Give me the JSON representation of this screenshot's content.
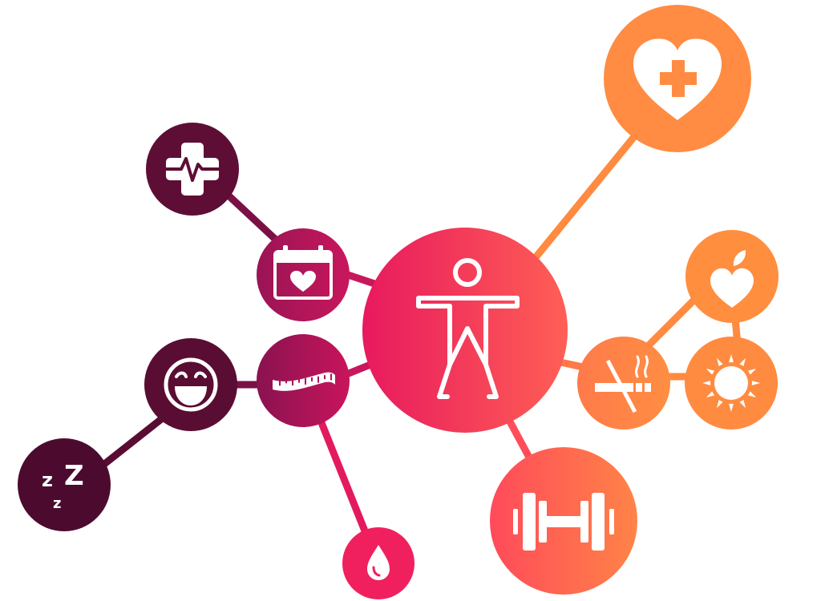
{
  "diagram": {
    "center": {
      "icon": "human-body-icon",
      "color": "#F0205E"
    },
    "nodes": [
      {
        "id": "heart-health",
        "icon": "heart-plus-icon",
        "color": "#FF8C42"
      },
      {
        "id": "nutrition",
        "icon": "apple-heart-icon",
        "color": "#FF8E3E"
      },
      {
        "id": "no-smoking",
        "icon": "no-smoking-icon",
        "color": "#FF7F48"
      },
      {
        "id": "sunlight",
        "icon": "sun-icon",
        "color": "#FF8B41"
      },
      {
        "id": "exercise",
        "icon": "dumbbell-icon",
        "color": "#FF6552"
      },
      {
        "id": "checkup",
        "icon": "calendar-heart-icon",
        "color": "#B5165A"
      },
      {
        "id": "vital-signs",
        "icon": "medical-cross-pulse-icon",
        "color": "#5E0E34"
      },
      {
        "id": "weight",
        "icon": "measuring-tape-icon",
        "color": "#A8155A"
      },
      {
        "id": "mood",
        "icon": "laughing-face-icon",
        "color": "#5A0D33"
      },
      {
        "id": "sleep",
        "icon": "sleep-zzz-icon",
        "color": "#4C0B2E"
      },
      {
        "id": "hydration",
        "icon": "water-drop-icon",
        "color": "#F0205E"
      }
    ],
    "sleep_text": {
      "big": "Z",
      "small": "z"
    }
  }
}
